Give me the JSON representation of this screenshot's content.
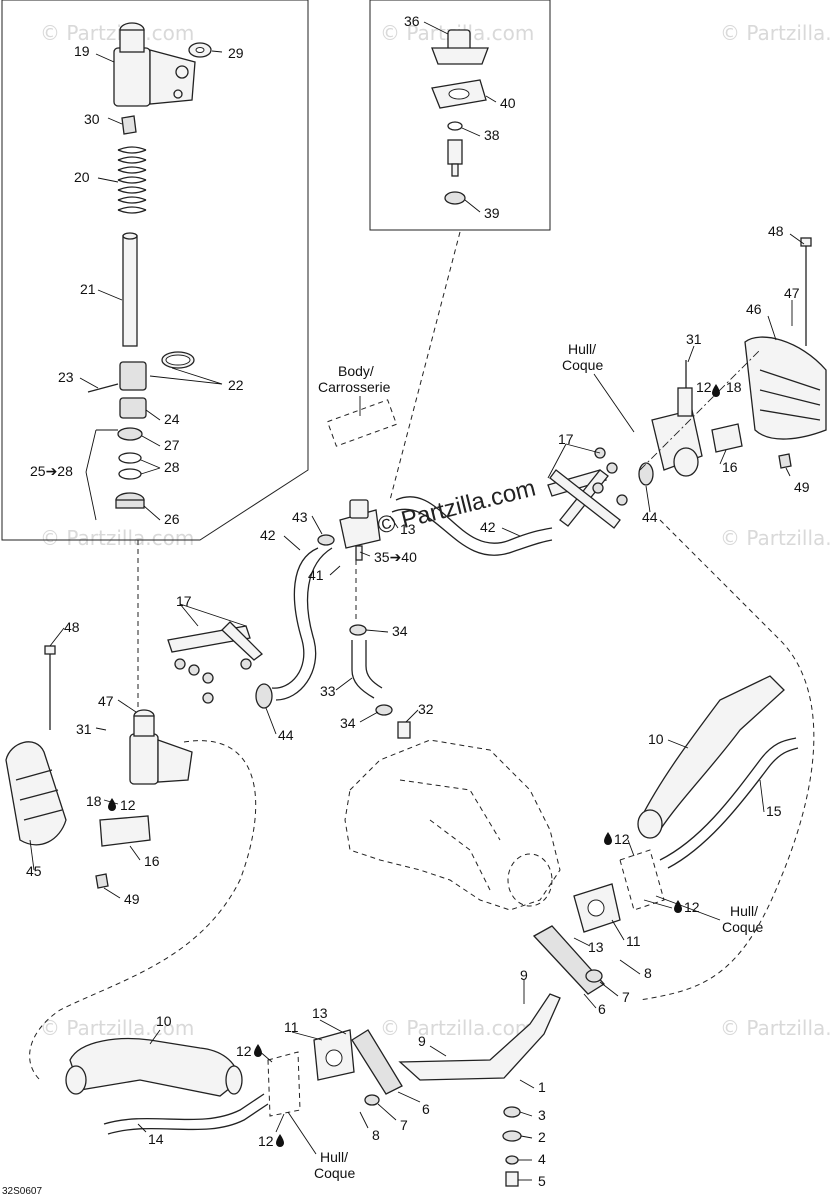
{
  "diagram_code": "32S0607",
  "watermark": "© Partzilla.com",
  "watermark_center": "© Partzilla.com",
  "drop_icon": "oil-drop-icon",
  "notes": {
    "body": "Body/",
    "carrosserie": "Carrosserie",
    "hull": "Hull/",
    "coque": "Coque"
  },
  "callouts": {
    "c19": "19",
    "c29": "29",
    "c30": "30",
    "c20": "20",
    "c21": "21",
    "c23": "23",
    "c22": "22",
    "c24": "24",
    "c27": "27",
    "c25": "25➔28",
    "c28": "28",
    "c26": "26",
    "c36": "36",
    "c40": "40",
    "c38": "38",
    "c39": "39",
    "c48a": "48",
    "c47a": "47",
    "c46": "46",
    "c31a": "31",
    "c12a": "12",
    "c18a": "18",
    "c16a": "16",
    "c49a": "49",
    "c17a": "17",
    "c44a": "44",
    "c42a": "42",
    "c43": "43",
    "c13a": "13",
    "c3540": "35➔40",
    "c42b": "42",
    "c41": "41",
    "c34a": "34",
    "c33": "33",
    "c34b": "34",
    "c32": "32",
    "c17b": "17",
    "c48b": "48",
    "c47b": "47",
    "c31b": "31",
    "c44b": "44",
    "c18b": "18",
    "c12b": "12",
    "c16b": "16",
    "c45": "45",
    "c49b": "49",
    "c10a": "10",
    "c15": "15",
    "c12c": "12",
    "c12d": "12",
    "c11a": "11",
    "c13b": "13",
    "c9a": "9",
    "c8a": "8",
    "c7a": "7",
    "c6a": "6",
    "c10b": "10",
    "c13c": "13",
    "c11b": "11",
    "c12e": "12",
    "c9b": "9",
    "c1": "1",
    "c3": "3",
    "c2": "2",
    "c4": "4",
    "c5": "5",
    "c14": "14",
    "c12f": "12",
    "c8b": "8",
    "c7b": "7",
    "c6b": "6"
  }
}
